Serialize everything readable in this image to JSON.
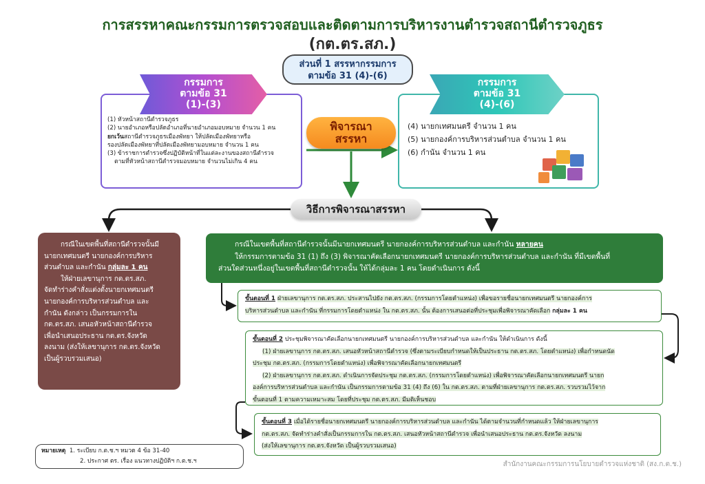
{
  "title_line1": "การสรรหาคณะกรรมการตรวจสอบและติดตามการบริหารงานตำรวจสถานีตำรวจภูธร",
  "title_line2": "(กต.ตร.สภ.)",
  "part1": {
    "line1": "ส่วนที่ 1 สรรหากรรมการ",
    "line2": "ตามข้อ 31 (4)-(6)"
  },
  "left_header": {
    "line1": "กรรมการ",
    "line2": "ตามข้อ 31",
    "line3": "(1)-(3)"
  },
  "right_header": {
    "line1": "กรรมการ",
    "line2": "ตามข้อ 31",
    "line3": "(4)-(6)"
  },
  "left_items": {
    "i1": "(1) หัวหน้าสถานีตำรวจภูธร",
    "i2a": "(2) นายอำเภอหรือปลัดอำเภอที่นายอำเภอมอบหมาย จำนวน 1 คน",
    "i2b_bold": "ยกเว้น",
    "i2b": "สถานีตำรวจภูธรเมืองพัทยา ให้ปลัดเมืองพัทยาหรือ",
    "i2c": "รองปลัดเมืองพัทยาที่ปลัดเมืองพัทยามอบหมาย จำนวน 1 คน",
    "i3a": "(3) ข้าราชการตำรวจซึ่งปฏิบัติหน้าที่ในแต่ละงานของสถานีตำรวจ",
    "i3b": "ตามที่หัวหน้าสถานีตำรวจมอบหมาย จำนวนไม่เกิน 4 คน"
  },
  "right_items": [
    "(4) นายกเทศมนตรี จำนวน 1 คน",
    "(5) นายกองค์การบริหารส่วนตำบล จำนวน 1 คน",
    "(6) กำนัน จำนวน 1 คน"
  ],
  "consider": {
    "line1": "พิจารณา",
    "line2": "สรรหา"
  },
  "method": "วิธีการพิจารณาสรรหา",
  "brown": {
    "l1": "กรณีในเขตพื้นที่สถานีตำรวจนั้นมี",
    "l2": "นายกเทศมนตรี นายกองค์การบริหาร",
    "l3": "ส่วนตำบล และกำนัน",
    "l3_u": "กลุ่มละ 1 คน",
    "l4": "ให้ฝ่ายเลขานุการ กต.ตร.สภ.",
    "l5": "จัดทำร่างคำสั่งแต่งตั้งนายกเทศมนตรี",
    "l6": "นายกองค์การบริหารส่วนตำบล และ",
    "l7": "กำนัน ดังกล่าว เป็นกรรมการใน",
    "l8": "กต.ตร.สภ. เสนอหัวหน้าสถานีตำรวจ",
    "l9": "เพื่อนำเสนอประธาน กต.ตร.จังหวัด",
    "l10": "ลงนาม (ส่งให้เลขานุการ กต.ตร.จังหวัด",
    "l11": "เป็นผู้รวบรวมเสนอ)"
  },
  "green": {
    "l1": "กรณีในเขตพื้นที่สถานีตำรวจนั้นมีนายกเทศมนตรี นายกองค์การบริหารส่วนตำบล และกำนัน",
    "l1_u": "หลายคน",
    "l2": "ให้กรรมการตามข้อ 31 (1) ถึง (3) พิจารณาคัดเลือกนายกเทศมนตรี นายกองค์การบริหารส่วนตำบล และกำนัน ที่มีเขตพื้นที่",
    "l3": "ส่วนใดส่วนหนึ่งอยู่ในเขตพื้นที่สถานีตำรวจนั้น ให้ได้กลุ่มละ 1 คน โดยดำเนินการ ดังนี้"
  },
  "step1": {
    "label": "ขั้นตอนที่ 1",
    "t1": "ฝ่ายเลขานุการ กต.ตร.สภ. ประสานไปยัง กต.ตร.สภ. (กรรมการโดยตำแหน่ง) เพื่อขอรายชื่อนายกเทศมนตรี นายกองค์การ",
    "t2": "บริหารส่วนตำบล และกำนัน ที่กรรมการโดยตำแหน่ง ใน กต.ตร.สภ. นั้น ต้องการเสนอต่อที่ประชุมเพื่อพิจารณาคัดเลือก",
    "t2_b": "กลุ่มละ 1 คน"
  },
  "step2": {
    "label": "ขั้นตอนที่ 2",
    "t0": "ประชุมพิจารณาคัดเลือกนายกเทศมนตรี นายกองค์การบริหารส่วนตำบล และกำนัน ให้ดำเนินการ ดังนี้",
    "a1": "(1) ฝ่ายเลขานุการ กต.ตร.สภ. เสนอหัวหน้าสถานีตำรวจ (ซึ่งตามระเบียบกำหนดให้เป็นประธาน กต.ตร.สภ. โดยตำแหน่ง) เพื่อกำหนดนัด",
    "a2": "ประชุม กต.ตร.สภ. (กรรมการโดยตำแหน่ง) เพื่อพิจารณาคัดเลือกนายกเทศมนตรี",
    "b1": "(2) ฝ่ายเลขานุการ กต.ตร.สภ. ดำเนินการจัดประชุม กต.ตร.สภ. (กรรมการโดยตำแหน่ง) เพื่อพิจารณาคัดเลือกนายกเทศมนตรี นายก",
    "b2": "องค์การบริหารส่วนตำบล และกำนัน เป็นกรรมการตามข้อ 31 (4) ถึง (6) ใน กต.ตร.สภ. ตามที่ฝ่ายเลขานุการ กต.ตร.สภ. รวบรวมไว้จาก",
    "b3": "ขั้นตอนที่ 1 ตามความเหมาะสม โดยที่ประชุม กต.ตร.สภ. มีมติเห็นชอบ"
  },
  "step3": {
    "label": "ขั้นตอนที่ 3",
    "t1": "เมื่อได้รายชื่อนายกเทศมนตรี นายกองค์การบริหารส่วนตำบล และกำนัน ได้ตามจำนวนที่กำหนดแล้ว ให้ฝ่ายเลขานุการ",
    "t2": "กต.ตร.สภ. จัดทำร่างคำสั่งเป็นกรรมการใน กต.ตร.สภ. เสนอหัวหน้าสถานีตำรวจ เพื่อนำเสนอประธาน กต.ตร.จังหวัด ลงนาม",
    "t3": "(ส่งให้เลขานุการ กต.ตร.จังหวัด เป็นผู้รวบรวมเสนอ)"
  },
  "note": {
    "label": "หมายเหตุ",
    "n1": "1. ระเบียบ ก.ต.ช.ฯ หมวด 4 ข้อ 31-40",
    "n2": "2. ประกาศ ตร. เรื่อง แนวทางปฏิบัติฯ ก.ต.ช.ฯ"
  },
  "footer": "สำนักงานคณะกรรมการนโยบายตำรวจแห่งชาติ (สง.ก.ต.ช.)",
  "colors": {
    "title_green": "#1f5e1f",
    "left_border": "#7b5cd6",
    "right_border": "#3fb6a9",
    "orange": "#f58a1f",
    "brown": "#7a4a47",
    "green": "#2f7d3a"
  },
  "icons": {
    "puzzle": "puzzle-teamwork-illustration"
  }
}
